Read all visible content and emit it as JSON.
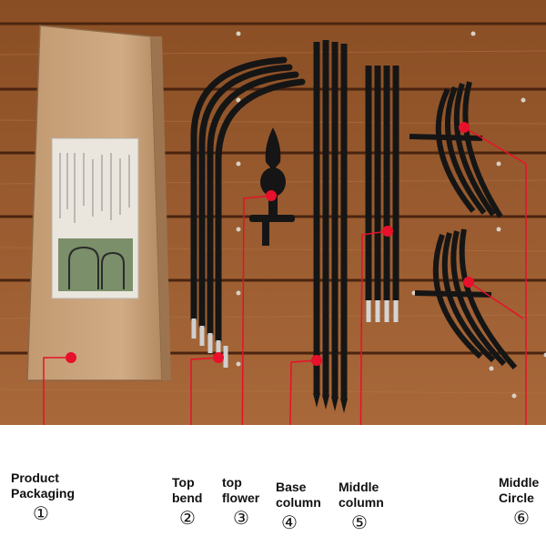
{
  "callouts": [
    {
      "lines": [
        "Product",
        "Packaging"
      ],
      "number": "①"
    },
    {
      "lines": [
        "Top",
        "bend"
      ],
      "number": "②"
    },
    {
      "lines": [
        "top",
        "flower"
      ],
      "number": "③"
    },
    {
      "lines": [
        "Base",
        "column"
      ],
      "number": "④"
    },
    {
      "lines": [
        "Middle",
        "column"
      ],
      "number": "⑤"
    },
    {
      "lines": [
        "Middle",
        "Circle"
      ],
      "number": "⑥"
    }
  ],
  "colors": {
    "wood": "#9a5a2c",
    "packaging": "#c9a27a",
    "metal": "#151515",
    "marker": "#e8102a"
  }
}
